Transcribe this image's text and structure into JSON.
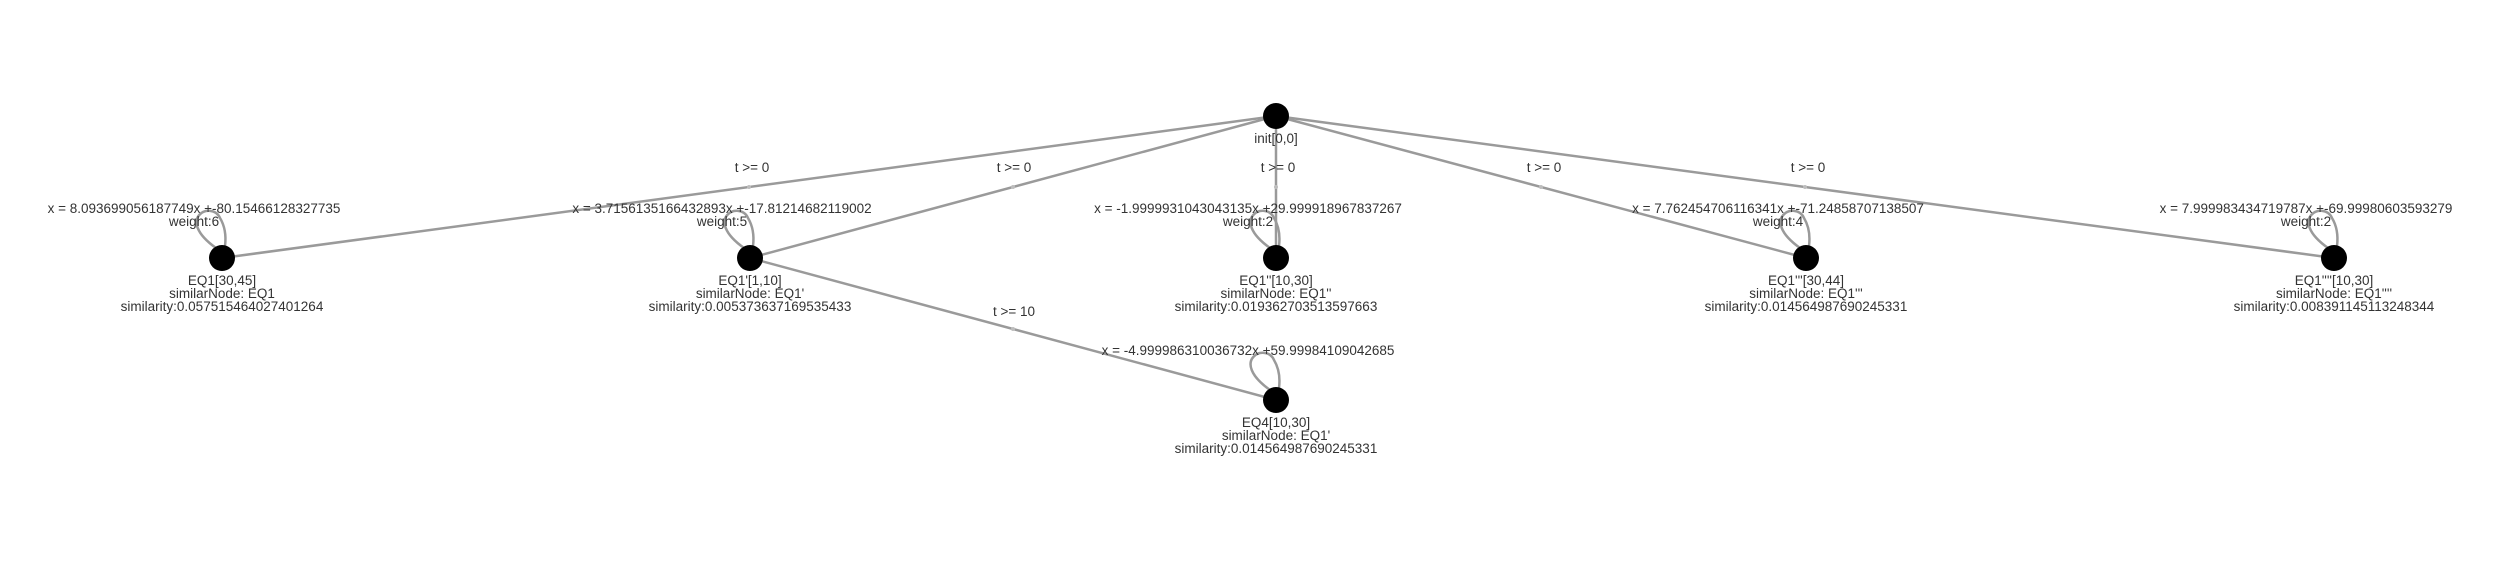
{
  "graph": {
    "nodes": [
      {
        "id": "init",
        "name": "init[0,0]",
        "similar_node": "",
        "similarity": "",
        "equation": "",
        "weight": ""
      },
      {
        "id": "n1",
        "name": "EQ1[30,45]",
        "similar_node": "similarNode: EQ1",
        "similarity": "similarity:0.057515464027401264",
        "equation": "x = 8.093699056187749x +-80.15466128327735",
        "weight": "weight:6"
      },
      {
        "id": "n2",
        "name": "EQ1'[1,10]",
        "similar_node": "similarNode: EQ1'",
        "similarity": "similarity:0.005373637169535433",
        "equation": "x = 3.7156135166432893x +-17.81214682119002",
        "weight": "weight:5"
      },
      {
        "id": "n3",
        "name": "EQ1''[10,30]",
        "similar_node": "similarNode: EQ1''",
        "similarity": "similarity:0.019362703513597663",
        "equation": "x = -1.9999931043043135x +29.999918967837267",
        "weight": "weight:2"
      },
      {
        "id": "n4",
        "name": "EQ1'''[30,44]",
        "similar_node": "similarNode: EQ1'''",
        "similarity": "similarity:0.014564987690245331",
        "equation": "x = 7.762454706116341x +-71.24858707138507",
        "weight": "weight:4"
      },
      {
        "id": "n5",
        "name": "EQ1''''[10,30]",
        "similar_node": "similarNode: EQ1''''",
        "similarity": "similarity:0.008391145113248344",
        "equation": "x = 7.999983434719787x +-69.99980603593279",
        "weight": "weight:2"
      },
      {
        "id": "n6",
        "name": "EQ4[10,30]",
        "similar_node": "similarNode: EQ1'",
        "similarity": "similarity:0.014564987690245331",
        "equation": "x = -4.999986310036732x +59.99984109042685",
        "weight": ""
      }
    ],
    "edges": [
      {
        "from": "init",
        "to": "n1",
        "guard": "t >= 0"
      },
      {
        "from": "init",
        "to": "n2",
        "guard": "t >= 0"
      },
      {
        "from": "init",
        "to": "n3",
        "guard": "t >= 0"
      },
      {
        "from": "init",
        "to": "n4",
        "guard": "t >= 0"
      },
      {
        "from": "init",
        "to": "n5",
        "guard": "t >= 0"
      },
      {
        "from": "n2",
        "to": "n6",
        "guard": "t >= 10"
      }
    ]
  },
  "colors": {
    "node": "#000000",
    "edge": "#9a9a9a",
    "text": "#333333"
  }
}
